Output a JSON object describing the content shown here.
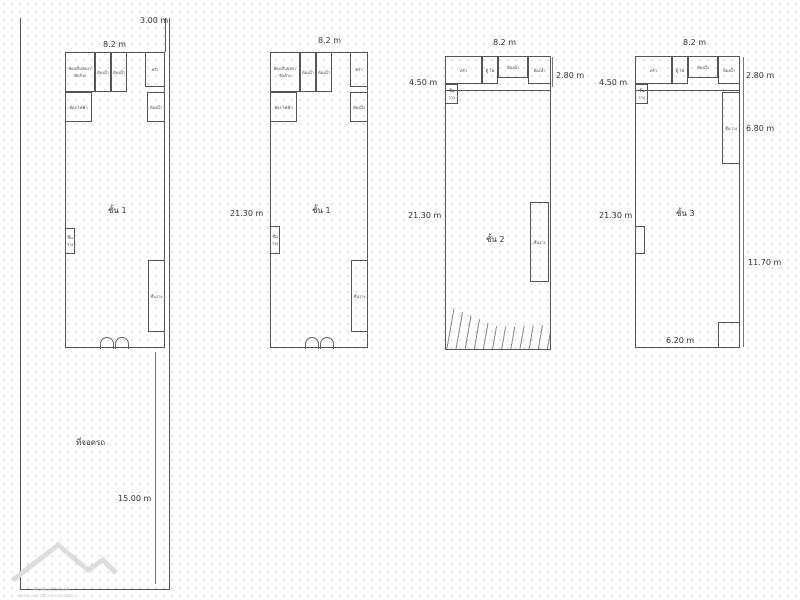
{
  "plans": [
    {
      "name": "ชั้น 1",
      "width": "8.2 m",
      "extra": "3.00 m",
      "parking": "ที่จอดรถ",
      "parking_length": "15.00 m",
      "rooms": [
        "ห้องเก็บของ / ซักล้าง",
        "ห้องน้ำ",
        "ห้องน้ำ",
        "ครัว",
        "ห้อง ไฟฟ้า",
        "ห้องน้ำ",
        "ชั้นวาง",
        "ชั้นวาง"
      ]
    },
    {
      "name": "ชั้น 1",
      "width": "8.2 m",
      "height": "21.30 m",
      "rooms": [
        "ห้องเก็บของ / ซักล้าง",
        "ห้องน้ำ",
        "ห้องน้ำ",
        "ครัว",
        "ห้อง ไฟฟ้า",
        "ห้องน้ำ",
        "ชั้นวาง",
        "ชั้นวาง"
      ]
    },
    {
      "name": "ชั้น 2",
      "width": "8.2 m",
      "height": "21.30 m",
      "top_depth": "4.50 m",
      "room_depth": "2.80 m",
      "rooms": [
        "ครัว",
        "ตู้ ไฟ",
        "ห้องน้ำ",
        "ห้องน้ำ",
        "ชั้นวาง",
        "ชั้นวาง"
      ]
    },
    {
      "name": "ชั้น 3",
      "width": "8.2 m",
      "height": "21.30 m",
      "top_depth": "4.50 m",
      "room_depth": "2.80 m",
      "side_depth": "6.80 m",
      "lower_depth": "11.70 m",
      "step_width": "6.20 m",
      "rooms": [
        "ครัว",
        "ตู้ ไฟ",
        "ห้องน้ำ",
        "ห้องน้ำ",
        "ชั้นวาง",
        "ชั้นวาง"
      ]
    }
  ],
  "watermark": {
    "brand": "PK Real Estate",
    "tagline": "Home and office real estate"
  }
}
